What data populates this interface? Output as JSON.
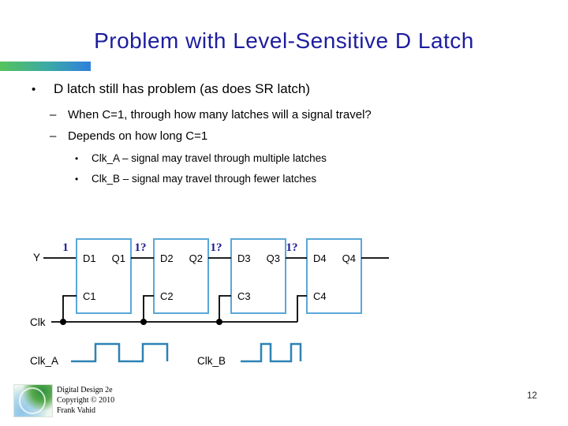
{
  "slide": {
    "title": "Problem with Level-Sensitive D Latch",
    "page_number": "12"
  },
  "bullets": {
    "l1_marker": "•",
    "l1": "D latch still has problem (as does SR latch)",
    "l2_marker": "–",
    "l2a": "When C=1, through how many latches will a signal travel?",
    "l2b": "Depends on how long C=1",
    "l3_marker": "•",
    "l3a": "Clk_A – signal may travel through multiple latches",
    "l3b": "Clk_B – signal may travel through fewer latches"
  },
  "diagram": {
    "input_label": "Y",
    "clk_label": "Clk",
    "annotations": [
      "1",
      "1?",
      "1?",
      "1?"
    ],
    "latches": [
      {
        "d": "D1",
        "q": "Q1",
        "c": "C1"
      },
      {
        "d": "D2",
        "q": "Q2",
        "c": "C2"
      },
      {
        "d": "D3",
        "q": "Q3",
        "c": "C3"
      },
      {
        "d": "D4",
        "q": "Q4",
        "c": "C4"
      }
    ],
    "waveform_a_label": "Clk_A",
    "waveform_b_label": "Clk_B",
    "colors": {
      "latch_border": "#5aa7d8",
      "waveform": "#2c82b5",
      "annotation": "#1b1b8f",
      "wire": "#000000",
      "title": "#1d1d9e"
    }
  },
  "footer": {
    "line1": "Digital Design 2e",
    "line2": "Copyright © 2010",
    "line3": "Frank Vahid"
  }
}
